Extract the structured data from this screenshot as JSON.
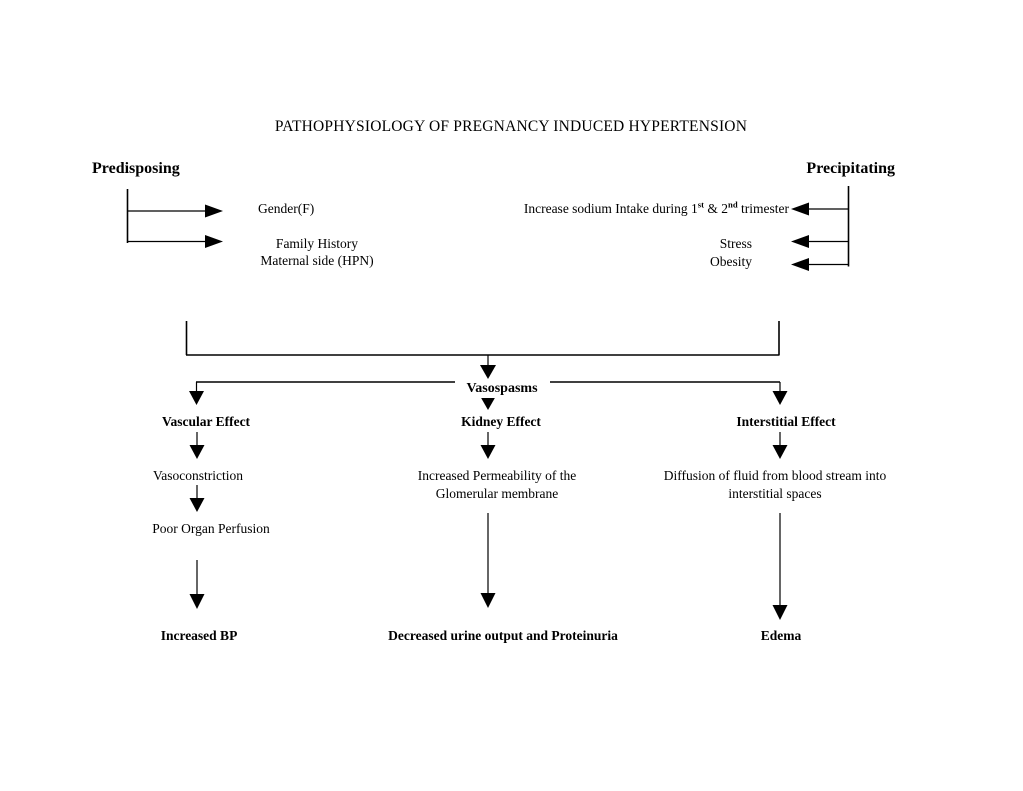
{
  "diagram": {
    "title": "PATHOPHYSIOLOGY OF PREGNANCY INDUCED HYPERTENSION",
    "left_heading": "Predisposing",
    "right_heading": "Precipitating",
    "predisposing_factors": [
      {
        "line1": "Gender(F)",
        "line2": ""
      },
      {
        "line1": "Family History",
        "line2": "Maternal side (HPN)"
      }
    ],
    "precipitating_factors": [
      {
        "prefix": "Increase sodium Intake during 1",
        "sup1": "st",
        "mid": " & 2",
        "sup2": "nd",
        "suffix": " trimester"
      },
      {
        "label": "Stress"
      },
      {
        "label": "Obesity"
      }
    ],
    "central_node": "Vasospasms",
    "branches": [
      {
        "effect": "Vascular Effect",
        "steps": [
          "Vasoconstriction",
          "Poor Organ Perfusion"
        ],
        "outcome": "Increased BP"
      },
      {
        "effect": "Kidney Effect",
        "steps_line1": "Increased Permeability of the",
        "steps_line2": "Glomerular membrane",
        "outcome": "Decreased urine output and Proteinuria"
      },
      {
        "effect": "Interstitial Effect",
        "steps_line1": "Diffusion of fluid from blood stream into",
        "steps_line2": "interstitial spaces",
        "outcome": "Edema"
      }
    ],
    "colors": {
      "ink": "#000000",
      "background": "#ffffff"
    }
  }
}
